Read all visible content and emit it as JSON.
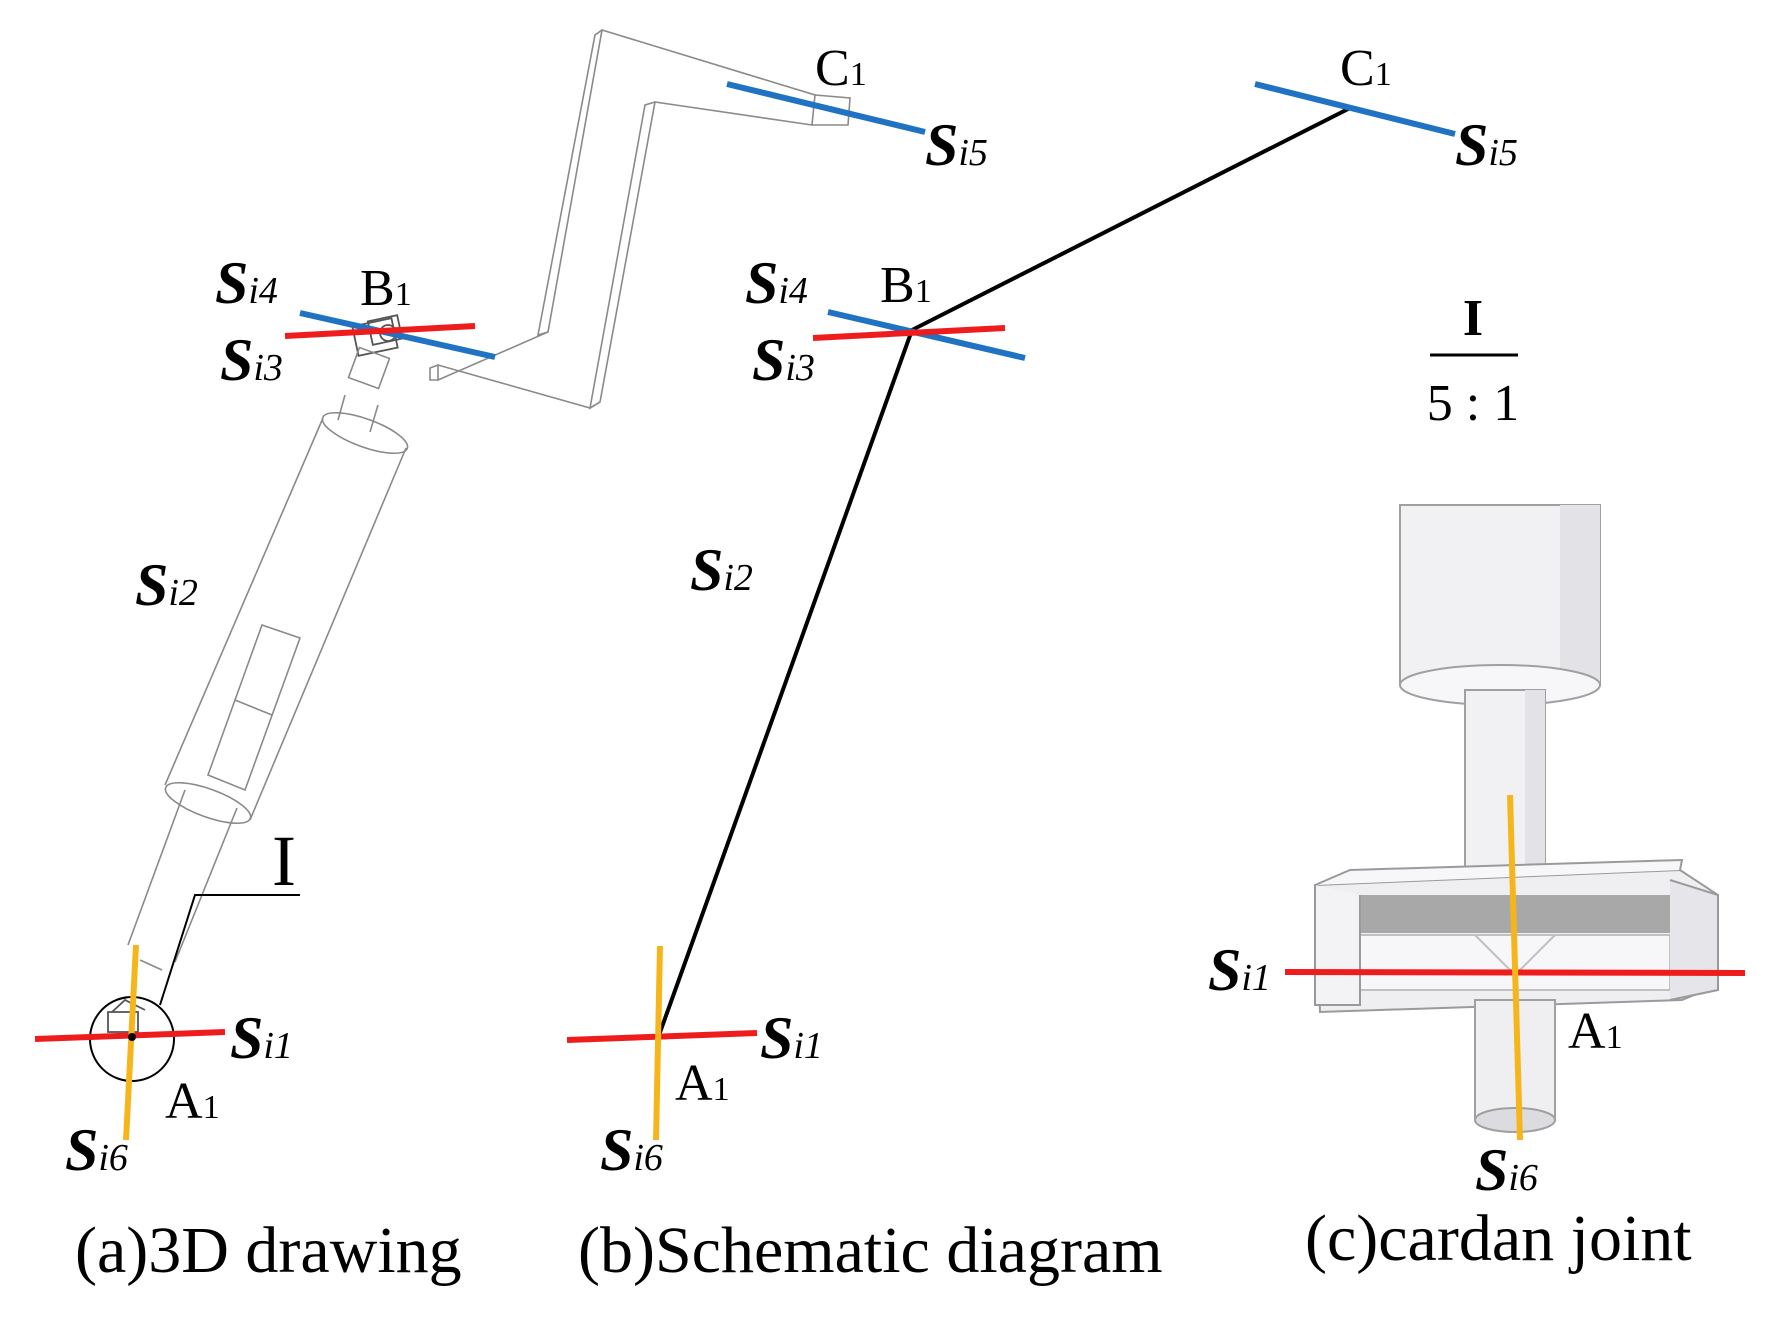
{
  "colors": {
    "red_axis": "#ee1c1c",
    "blue_axis": "#1f73c2",
    "yellow_axis": "#f6b61b",
    "link": "#000000",
    "part_outline": "#8a8a8a",
    "part_fill": "#f1f1f3",
    "part_shadow": "#9c9c9c"
  },
  "captions": {
    "a": "(a)3D drawing",
    "b": "(b)Schematic diagram",
    "c": "(c)cardan joint"
  },
  "detail": {
    "marker": "I",
    "title": "I",
    "scale": "5 : 1"
  },
  "points": {
    "a_name": "A",
    "b_name": "B",
    "c_name": "C",
    "index": "1"
  },
  "axes": {
    "letter": "S",
    "s1": "i1",
    "s2": "i2",
    "s3": "i3",
    "s4": "i4",
    "s5": "i5",
    "s6": "i6"
  }
}
